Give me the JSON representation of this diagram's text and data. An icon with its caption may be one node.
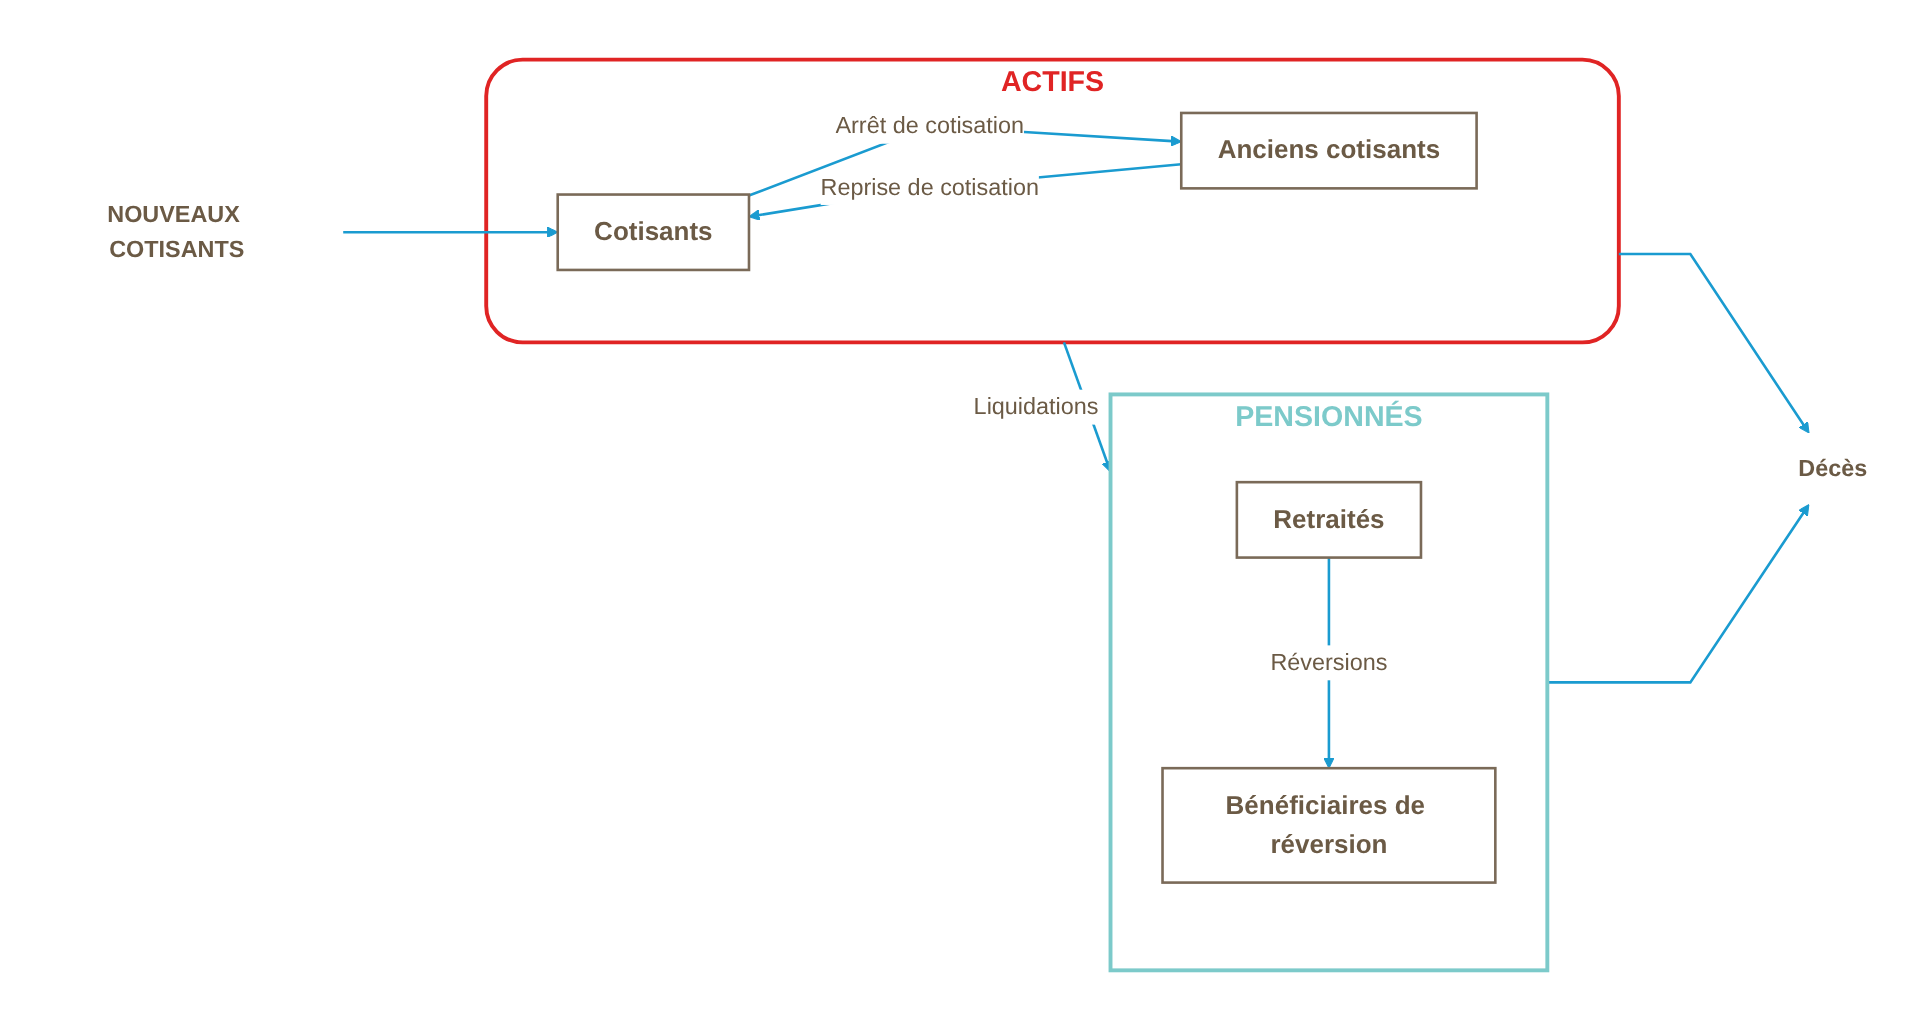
{
  "diagram": {
    "nodes": [
      {
        "text": [
          "NOUVEAUX COTISANTS"
        ]
      },
      {
        "text": [
          "ACTIFS"
        ]
      },
      {
        "text": [
          "Cotisants"
        ],
        "in": 1
      },
      {
        "text": [
          "Anciens cotisants"
        ],
        "in": 1
      },
      {
        "text": [
          "PENSIONNÉS"
        ]
      },
      {
        "text": [
          "Retraités"
        ],
        "in": 4
      },
      {
        "text": [
          "Bénéficiaires de réversion"
        ],
        "in": 4
      },
      {
        "text": [
          "Décès"
        ]
      }
    ],
    "edges": [
      {
        "from": 0,
        "to": 2,
        "arrow": "to"
      },
      {
        "from": 2,
        "to": 3,
        "arrow": "to",
        "label": "Arrêt de cotisation"
      },
      {
        "from": 3,
        "to": 2,
        "arrow": "to",
        "label": "Reprise de cotisation"
      },
      {
        "from": 1,
        "to": 4,
        "arrow": "to",
        "label": "Liquidations"
      },
      {
        "from": 5,
        "to": 6,
        "arrow": "to",
        "label": "Réversions"
      },
      {
        "from": 1,
        "to": 7,
        "arrow": "to"
      },
      {
        "from": 4,
        "to": 7,
        "arrow": "to"
      }
    ]
  }
}
